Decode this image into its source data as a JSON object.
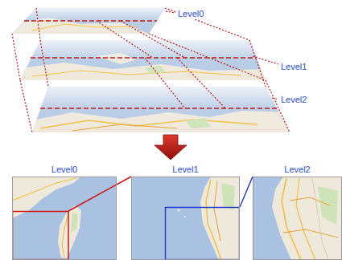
{
  "diagram": {
    "nodes": [
      {
        "text": [
          "Level0"
        ]
      },
      {
        "text": [
          "Level1"
        ]
      },
      {
        "text": [
          "Level2"
        ]
      }
    ],
    "edges": [
      {
        "from": 0,
        "to": 1,
        "arrow": "none"
      },
      {
        "from": 1,
        "to": 2,
        "arrow": "none"
      }
    ],
    "labels": [
      "Level0",
      "Level1",
      "Level2"
    ]
  }
}
